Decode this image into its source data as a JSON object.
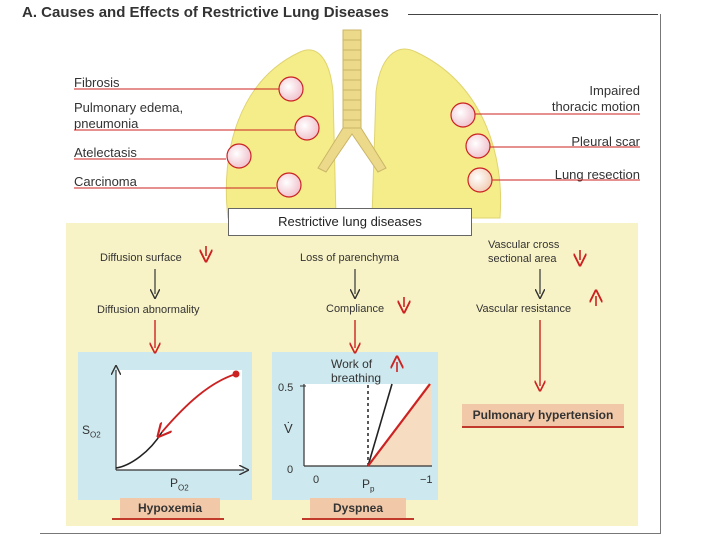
{
  "title": "A. Causes and Effects of Restrictive Lung Diseases",
  "causes_left": [
    "Fibrosis",
    "Pulmonary edema,",
    "pneumonia",
    "Atelectasis",
    "Carcinoma"
  ],
  "causes_right": [
    "Impaired",
    "thoracic motion",
    "Pleural scar",
    "Lung resection"
  ],
  "center_box": "Restrictive lung diseases",
  "flow": {
    "col1_top": "Diffusion surface",
    "col1_mid": "Diffusion abnormality",
    "col2_top": "Loss of parenchyma",
    "col2_mid": "Compliance",
    "col3_top_line1": "Vascular cross",
    "col3_top_line2": "sectional area",
    "col3_mid": "Vascular resistance"
  },
  "results": {
    "hypoxemia": "Hypoxemia",
    "dyspnea": "Dyspnea",
    "pulm_htn": "Pulmonary hypertension"
  },
  "chart_left": {
    "ylabel": "S",
    "ylabel_sub": "O2",
    "xlabel": "P",
    "xlabel_sub": "O2"
  },
  "chart_right": {
    "title_line1": "Work of",
    "title_line2": "breathing",
    "ylabel": "V̇",
    "y_tick_top": "0.5",
    "y_tick_bottom": "0",
    "x_tick_left": "0",
    "x_tick_right": "−1",
    "xlabel": "P",
    "xlabel_sub": "p"
  },
  "colors": {
    "lung": "#f5ec8a",
    "trachea": "#ecd98a",
    "panel": "#f8f3c6",
    "accent_red": "#cc2222",
    "chart_bg": "#cde8ee",
    "result_box": "#f2c9a8",
    "wob_fill": "#f6dcc0"
  }
}
